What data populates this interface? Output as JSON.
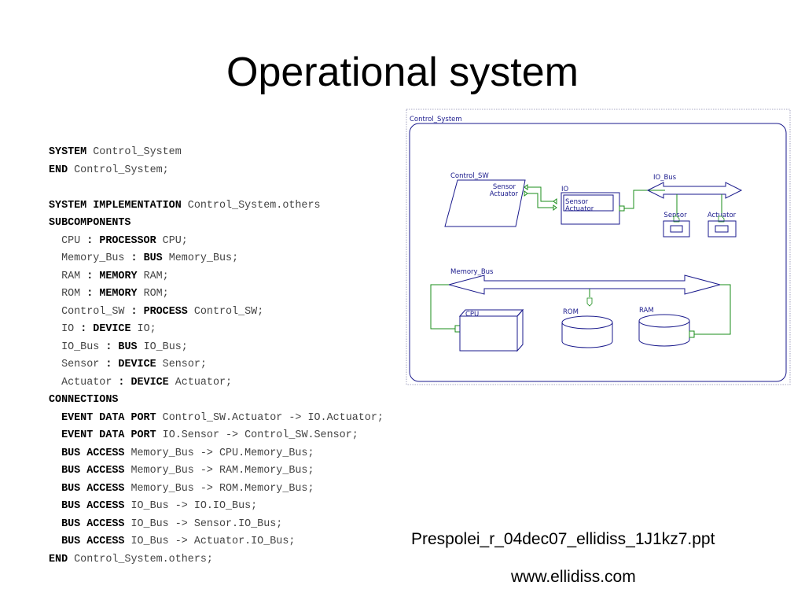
{
  "slide": {
    "title": "Operational system",
    "filename": "Prespolei_r_04dec07_ellidiss_1J1kz7.ppt",
    "website": "www.ellidiss.com"
  },
  "code_lines": [
    [
      {
        "t": "SYSTEM",
        "k": true
      },
      {
        "t": " Control_System",
        "k": false
      }
    ],
    [
      {
        "t": "END",
        "k": true
      },
      {
        "t": " Control_System;",
        "k": false
      }
    ],
    [],
    [
      {
        "t": "SYSTEM IMPLEMENTATION",
        "k": true
      },
      {
        "t": " Control_System.others",
        "k": false
      }
    ],
    [
      {
        "t": "SUBCOMPONENTS",
        "k": true
      }
    ],
    [
      {
        "t": "  CPU ",
        "k": false
      },
      {
        "t": ":",
        "k": true
      },
      {
        "t": " ",
        "k": false
      },
      {
        "t": "PROCESSOR",
        "k": true
      },
      {
        "t": " CPU;",
        "k": false
      }
    ],
    [
      {
        "t": "  Memory_Bus ",
        "k": false
      },
      {
        "t": ":",
        "k": true
      },
      {
        "t": " ",
        "k": false
      },
      {
        "t": "BUS",
        "k": true
      },
      {
        "t": " Memory_Bus;",
        "k": false
      }
    ],
    [
      {
        "t": "  RAM ",
        "k": false
      },
      {
        "t": ":",
        "k": true
      },
      {
        "t": " ",
        "k": false
      },
      {
        "t": "MEMORY",
        "k": true
      },
      {
        "t": " RAM;",
        "k": false
      }
    ],
    [
      {
        "t": "  ROM ",
        "k": false
      },
      {
        "t": ":",
        "k": true
      },
      {
        "t": " ",
        "k": false
      },
      {
        "t": "MEMORY",
        "k": true
      },
      {
        "t": " ROM;",
        "k": false
      }
    ],
    [
      {
        "t": "  Control_SW ",
        "k": false
      },
      {
        "t": ":",
        "k": true
      },
      {
        "t": " ",
        "k": false
      },
      {
        "t": "PROCESS",
        "k": true
      },
      {
        "t": " Control_SW;",
        "k": false
      }
    ],
    [
      {
        "t": "  IO ",
        "k": false
      },
      {
        "t": ":",
        "k": true
      },
      {
        "t": " ",
        "k": false
      },
      {
        "t": "DEVICE",
        "k": true
      },
      {
        "t": " IO;",
        "k": false
      }
    ],
    [
      {
        "t": "  IO_Bus ",
        "k": false
      },
      {
        "t": ":",
        "k": true
      },
      {
        "t": " ",
        "k": false
      },
      {
        "t": "BUS",
        "k": true
      },
      {
        "t": " IO_Bus;",
        "k": false
      }
    ],
    [
      {
        "t": "  Sensor ",
        "k": false
      },
      {
        "t": ":",
        "k": true
      },
      {
        "t": " ",
        "k": false
      },
      {
        "t": "DEVICE",
        "k": true
      },
      {
        "t": " Sensor;",
        "k": false
      }
    ],
    [
      {
        "t": "  Actuator ",
        "k": false
      },
      {
        "t": ":",
        "k": true
      },
      {
        "t": " ",
        "k": false
      },
      {
        "t": "DEVICE",
        "k": true
      },
      {
        "t": " Actuator;",
        "k": false
      }
    ],
    [
      {
        "t": "CONNECTIONS",
        "k": true
      }
    ],
    [
      {
        "t": "  ",
        "k": false
      },
      {
        "t": "EVENT DATA PORT",
        "k": true
      },
      {
        "t": " Control_SW.Actuator -> IO.Actuator;",
        "k": false
      }
    ],
    [
      {
        "t": "  ",
        "k": false
      },
      {
        "t": "EVENT DATA PORT",
        "k": true
      },
      {
        "t": " IO.Sensor -> Control_SW.Sensor;",
        "k": false
      }
    ],
    [
      {
        "t": "  ",
        "k": false
      },
      {
        "t": "BUS ACCESS",
        "k": true
      },
      {
        "t": " Memory_Bus -> CPU.Memory_Bus;",
        "k": false
      }
    ],
    [
      {
        "t": "  ",
        "k": false
      },
      {
        "t": "BUS ACCESS",
        "k": true
      },
      {
        "t": " Memory_Bus -> RAM.Memory_Bus;",
        "k": false
      }
    ],
    [
      {
        "t": "  ",
        "k": false
      },
      {
        "t": "BUS ACCESS",
        "k": true
      },
      {
        "t": " Memory_Bus -> ROM.Memory_Bus;",
        "k": false
      }
    ],
    [
      {
        "t": "  ",
        "k": false
      },
      {
        "t": "BUS ACCESS",
        "k": true
      },
      {
        "t": " IO_Bus -> IO.IO_Bus;",
        "k": false
      }
    ],
    [
      {
        "t": "  ",
        "k": false
      },
      {
        "t": "BUS ACCESS",
        "k": true
      },
      {
        "t": " IO_Bus -> Sensor.IO_Bus;",
        "k": false
      }
    ],
    [
      {
        "t": "  ",
        "k": false
      },
      {
        "t": "BUS ACCESS",
        "k": true
      },
      {
        "t": " IO_Bus -> Actuator.IO_Bus;",
        "k": false
      }
    ],
    [
      {
        "t": "END",
        "k": true
      },
      {
        "t": " Control_System.others;",
        "k": false
      }
    ]
  ],
  "diagram": {
    "system_label": "Control_System",
    "control_sw": {
      "label": "Control_SW",
      "port_in": "Sensor",
      "port_out": "Actuator"
    },
    "io": {
      "label": "IO",
      "port_in": "Sensor",
      "port_out": "Actuator"
    },
    "io_bus_label": "IO_Bus",
    "sensor_label": "Sensor",
    "actuator_label": "Actuator",
    "memory_bus_label": "Memory_Bus",
    "cpu_label": "CPU",
    "rom_label": "ROM",
    "ram_label": "RAM",
    "colors": {
      "outline": "#1a1a8c",
      "connection": "#1a8c1a"
    }
  }
}
